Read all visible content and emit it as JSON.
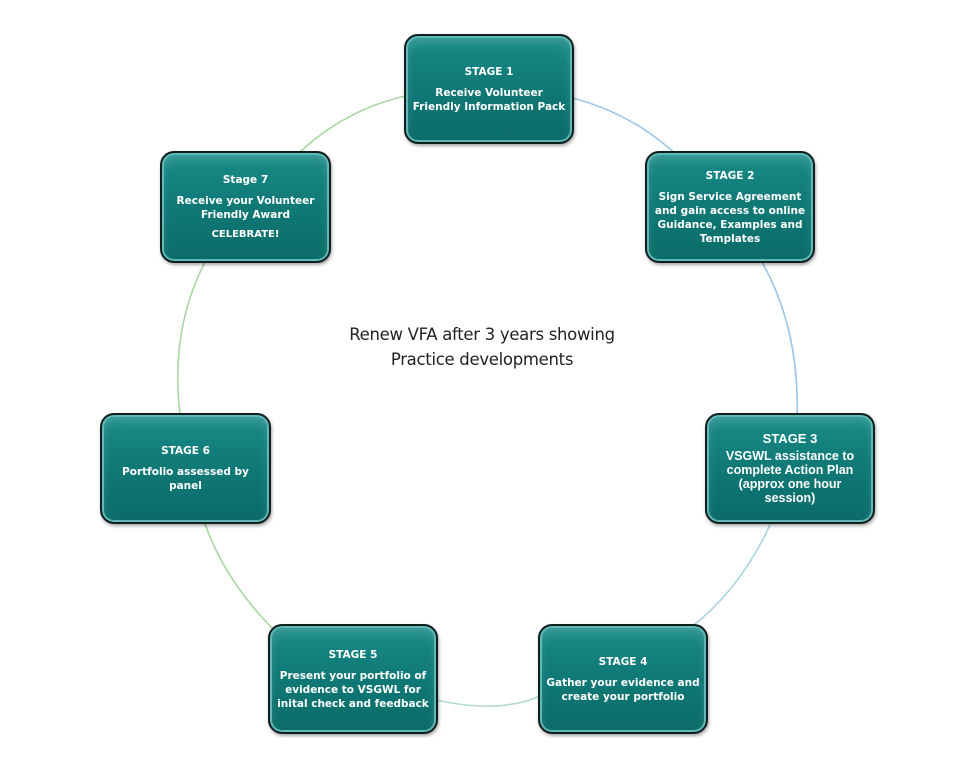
{
  "center": {
    "line1": "Renew VFA after 3 years showing",
    "line2": "Practice developments"
  },
  "colors": {
    "box_fill": "#107a77",
    "box_border": "#0f1f1f",
    "ring_green": "#a9d6a3",
    "ring_blue": "#9ec5e6",
    "text": "#ffffff"
  },
  "stages": [
    {
      "title": "STAGE 1",
      "desc": "Receive Volunteer\nFriendly Information Pack",
      "extra": ""
    },
    {
      "title": "STAGE 2",
      "desc": "Sign Service Agreement\nand gain access to online\nGuidance, Examples and\nTemplates",
      "extra": ""
    },
    {
      "title": "STAGE 3",
      "desc": "VSGWL assistance to\ncomplete Action Plan\n(approx one hour\nsession)",
      "extra": ""
    },
    {
      "title": "STAGE 4",
      "desc": "Gather your evidence and\ncreate your portfolio",
      "extra": ""
    },
    {
      "title": "STAGE 5",
      "desc": "Present your portfolio of\nevidence to VSGWL for\ninital check and feedback",
      "extra": ""
    },
    {
      "title": "STAGE 6",
      "desc": "Portfolio assessed by\npanel",
      "extra": ""
    },
    {
      "title": "Stage 7",
      "desc": "Receive your Volunteer\nFriendly Award",
      "extra": "CELEBRATE!"
    }
  ]
}
